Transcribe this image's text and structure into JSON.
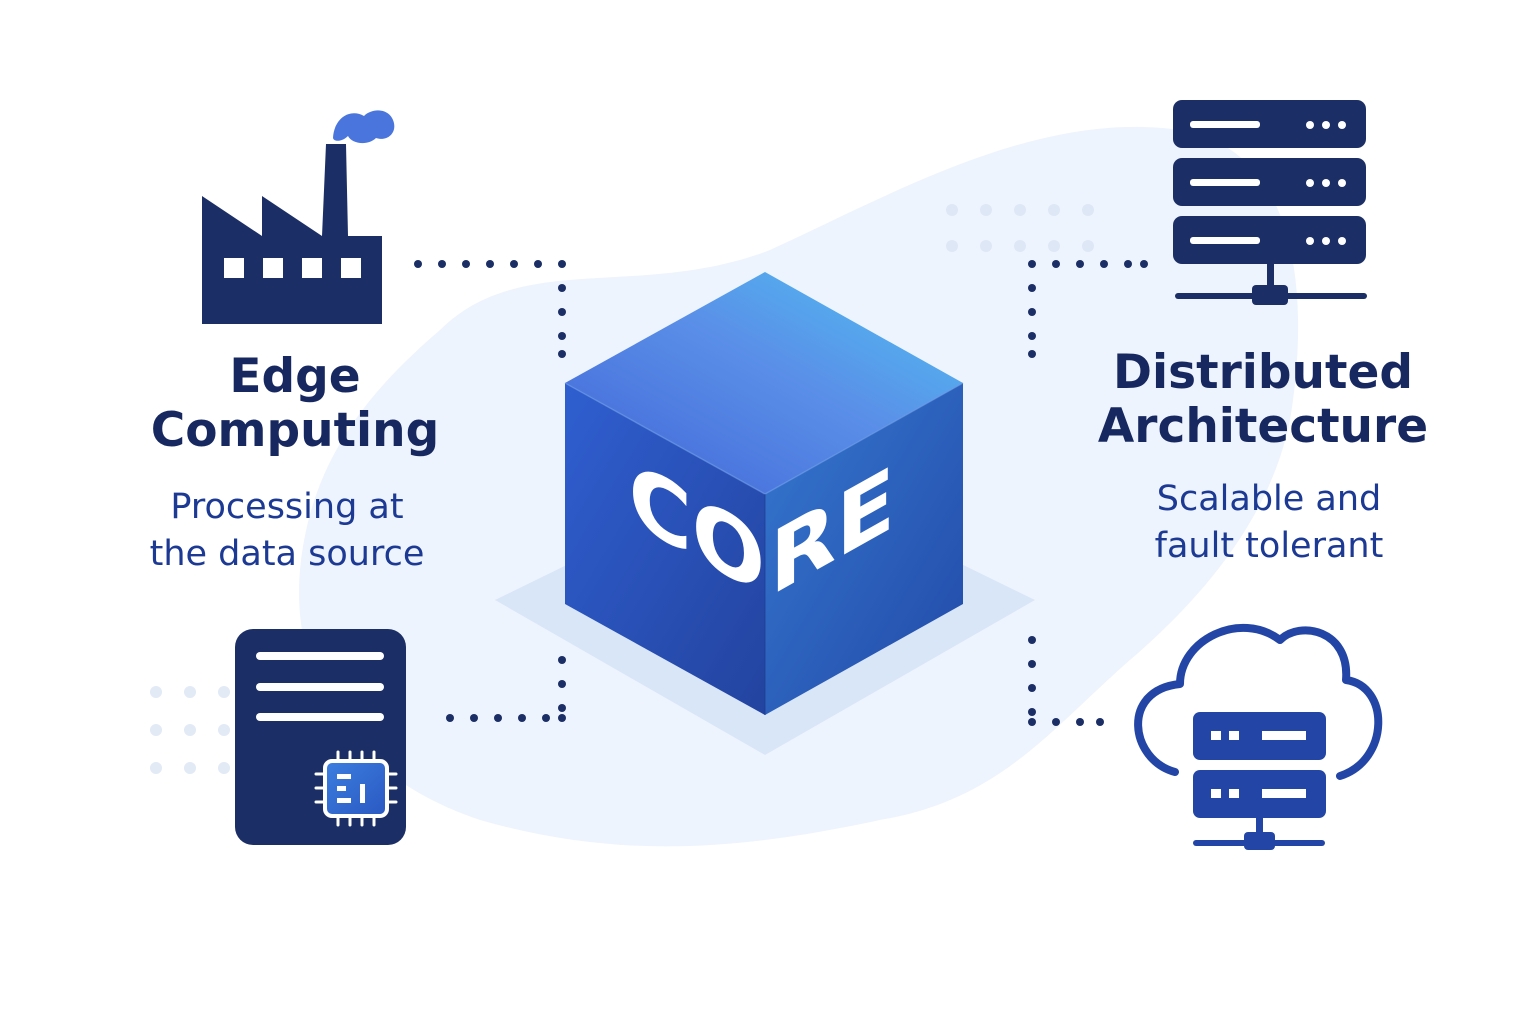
{
  "core": {
    "label": "CORE"
  },
  "left_panel": {
    "title_lines": [
      "Edge",
      "Computing"
    ],
    "subtitle_lines": [
      "Processing at",
      "the data source"
    ]
  },
  "right_panel": {
    "title_lines": [
      "Distributed",
      "Architecture"
    ],
    "subtitle_lines": [
      "Scalable and",
      "fault tolerant"
    ]
  },
  "colors": {
    "navy": "#1b2f66",
    "royal": "#2346a6",
    "accent": "#4a86e0",
    "sky": "#4ec3f4",
    "blob": "#eef4fd",
    "text_dark": "#16285f",
    "text_sub": "#1c3a94"
  },
  "icons": {
    "factory": "factory-icon",
    "edge_device": "edge-device-chip-icon",
    "server_rack": "server-rack-icon",
    "cloud_server": "cloud-server-icon"
  }
}
